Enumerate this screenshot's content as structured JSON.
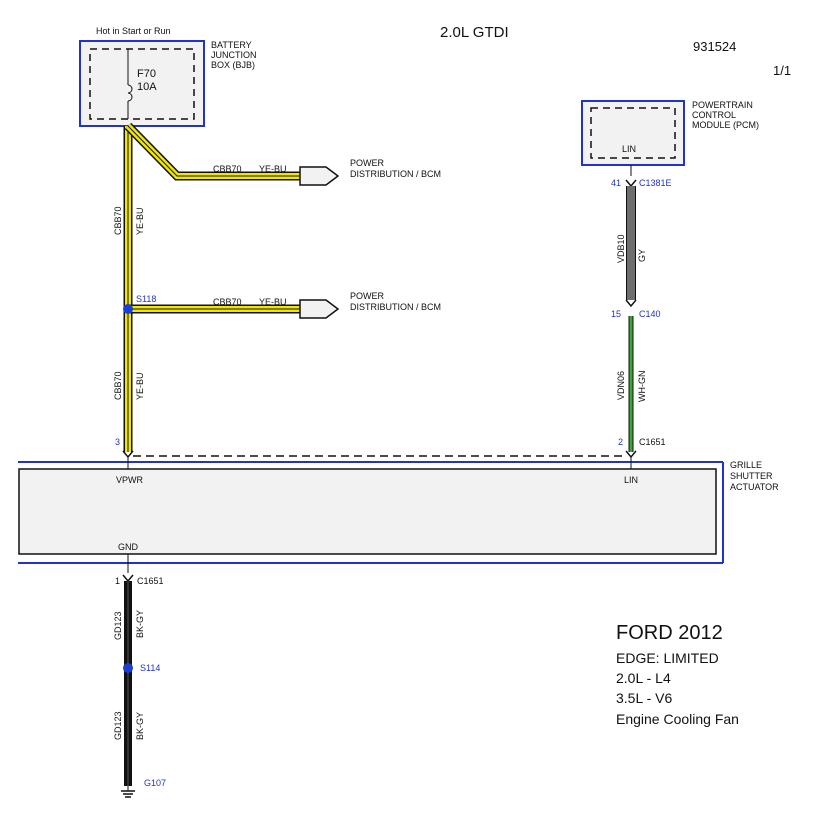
{
  "header": {
    "engine": "2.0L GTDI",
    "diagram_number": "931524",
    "page": "1/1"
  },
  "bjb": {
    "power_note": "Hot in Start or Run",
    "label_lines": [
      "BATTERY",
      "JUNCTION",
      "BOX (BJB)"
    ],
    "fuse": "F70",
    "rating": "10A"
  },
  "pcm": {
    "label_lines": [
      "POWERTRAIN",
      "CONTROL",
      "MODULE (PCM)"
    ],
    "pin": "LIN"
  },
  "branch1": {
    "circuit": "CBB70",
    "color_code": "YE-BU",
    "dest_lines": [
      "POWER",
      "DISTRIBUTION / BCM"
    ]
  },
  "branch2": {
    "circuit": "CBB70",
    "color_code": "YE-BU",
    "dest_lines": [
      "POWER",
      "DISTRIBUTION / BCM"
    ]
  },
  "left_wire_upper": {
    "circuit": "CBB70",
    "color_code": "YE-BU"
  },
  "left_wire_lower": {
    "circuit": "CBB70",
    "color_code": "YE-BU"
  },
  "splice_s118": "S118",
  "pin_vpwr_number": "3",
  "c1381e": {
    "pin": "41",
    "connector": "C1381E"
  },
  "pcm_wire": {
    "circuit": "VDB10",
    "color_code": "GY"
  },
  "c140": {
    "pin": "15",
    "connector": "C140"
  },
  "lin_wire": {
    "circuit": "VDN06",
    "color_code": "WH-GN"
  },
  "c1651_top": {
    "pin": "2",
    "connector": "C1651"
  },
  "actuator": {
    "label_lines": [
      "GRILLE",
      "SHUTTER",
      "ACTUATOR"
    ],
    "vpwr": "VPWR",
    "lin": "LIN",
    "gnd": "GND"
  },
  "c1651_bottom": {
    "pin": "1",
    "connector": "C1651"
  },
  "gnd_wire_upper": {
    "circuit": "GD123",
    "color_code": "BK-GY"
  },
  "splice_s114": "S114",
  "gnd_wire_lower": {
    "circuit": "GD123",
    "color_code": "BK-GY"
  },
  "ground_g107": "G107",
  "legend": {
    "title": "FORD 2012",
    "lines": [
      "EDGE: LIMITED",
      "2.0L - L4",
      "3.5L - V6",
      "Engine Cooling Fan"
    ]
  },
  "colors": {
    "wire_yellow": "#f2e600",
    "wire_gray": "#6e6e6e",
    "wire_green": "#3aa53a",
    "wire_black": "#111111",
    "box_blue": "#2233cc",
    "splice_blue": "#1a3fd6",
    "component_fill": "#f2f2f2"
  }
}
